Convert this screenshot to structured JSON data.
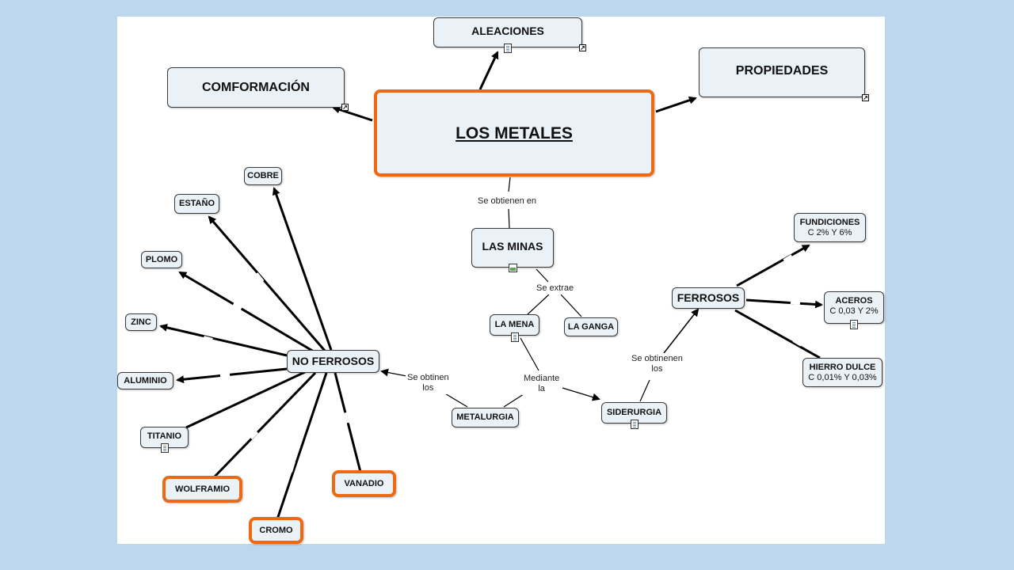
{
  "nodes": {
    "los_metales": "LOS METALES",
    "aleaciones": "ALEACIONES",
    "comformacion": "COMFORMACIÓN",
    "propiedades": "PROPIEDADES",
    "las_minas": "LAS MINAS",
    "la_mena": "LA MENA",
    "la_ganga": "LA GANGA",
    "metalurgia": "METALURGIA",
    "siderurgia": "SIDERURGIA",
    "ferrosos": "FERROSOS",
    "fundiciones": "FUNDICIONES",
    "fundiciones_sub": "C 2% Y 6%",
    "aceros": "ACEROS",
    "aceros_sub": "C 0,03 Y 2%",
    "hierro_dulce": "HIERRO DULCE",
    "hierro_dulce_sub": "C 0,01% Y 0,03%",
    "no_ferrosos": "NO FERROSOS",
    "cobre": "COBRE",
    "estano": "ESTAÑO",
    "plomo": "PLOMO",
    "zinc": "ZINC",
    "aluminio": "ALUMINIO",
    "titanio": "TITANIO",
    "wolframio": "WOLFRAMIO",
    "cromo": "CROMO",
    "vanadio": "VANADIO"
  },
  "link_labels": {
    "se_obtienen_en": "Se obtienen en",
    "se_extrae": "Se extrae",
    "mediante_la_1": "Mediante",
    "mediante_la_2": "la",
    "se_obtinen_los_1": "Se obtinen",
    "se_obtinen_los_2": "los",
    "se_obtinenen_los_1": "Se obtinenen",
    "se_obtinenen_los_2": "los"
  },
  "icons": {
    "document": "document-icon",
    "image": "image-icon",
    "link": "link-arrow-icon"
  },
  "colors": {
    "background": "#bdd7ee",
    "node_fill": "#eaf1f7",
    "highlight_border": "#ee6a12",
    "connector": "#000000"
  }
}
